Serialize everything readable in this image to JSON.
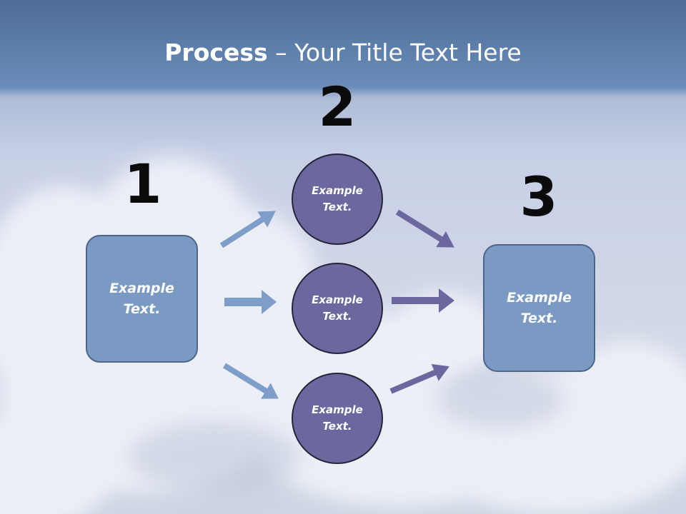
{
  "title": {
    "bold": "Process",
    "rest": " – Your Title Text Here"
  },
  "steps": {
    "one": "1",
    "two": "2",
    "three": "3"
  },
  "left_box": {
    "text": "Example Text."
  },
  "right_box": {
    "text": "Example Text."
  },
  "circles": [
    {
      "text": "Example Text."
    },
    {
      "text": "Example Text."
    },
    {
      "text": "Example Text."
    }
  ],
  "colors": {
    "box_fill": "#7a9ac4",
    "circle_fill": "#6a689f",
    "left_arrow": "#7e9dc8",
    "right_arrow": "#6a689f",
    "title_band": "#5b7fac"
  }
}
